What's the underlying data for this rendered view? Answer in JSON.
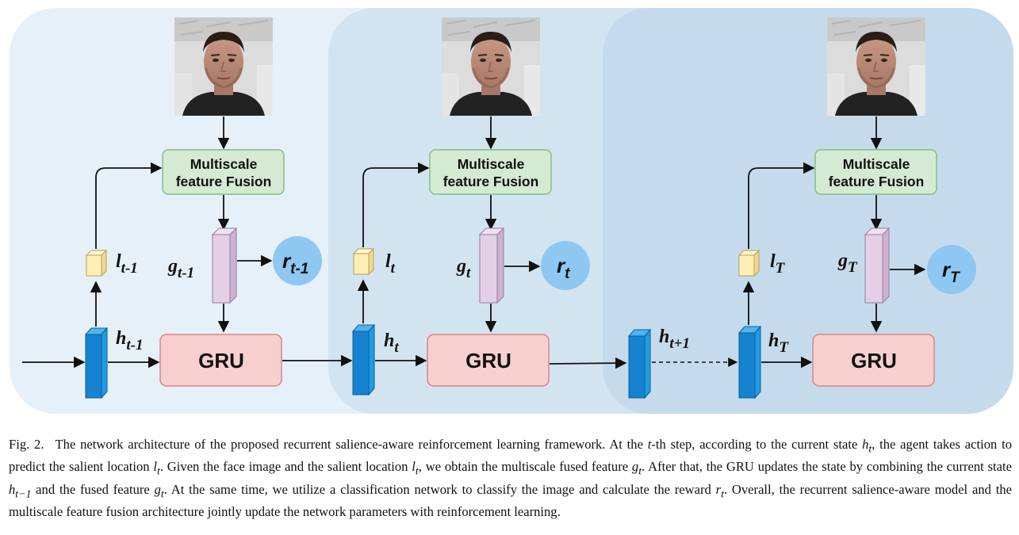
{
  "colors": {
    "panel_bg_1": "#e6f0f9",
    "panel_bg_2": "#d3e4f1",
    "panel_bg_3": "#c5dbec",
    "fusion_fill": "#d5ead3",
    "fusion_stroke": "#86bd86",
    "gru_fill": "#f8cfcf",
    "gru_stroke": "#d78686",
    "hidden_front": "#1583cf",
    "hidden_side": "#1f9be3",
    "feature_front": "#e3d0e6",
    "location_front": "#fdefb6",
    "reward_fill": "#8ec7f1"
  },
  "steps": [
    {
      "fusion_label_line1": "Multiscale",
      "fusion_label_line2": "feature Fusion",
      "gru_label": "GRU",
      "location_symbol": "l",
      "location_sub": "t-1",
      "feature_symbol": "g",
      "feature_sub": "t-1",
      "reward_symbol": "r",
      "reward_sub": "t-1",
      "hidden_symbol": "h",
      "hidden_sub": "t-1"
    },
    {
      "fusion_label_line1": "Multiscale",
      "fusion_label_line2": "feature Fusion",
      "gru_label": "GRU",
      "location_symbol": "l",
      "location_sub": "t",
      "feature_symbol": "g",
      "feature_sub": "t",
      "reward_symbol": "r",
      "reward_sub": "t",
      "hidden_symbol": "h",
      "hidden_sub": "t"
    },
    {
      "fusion_label_line1": "Multiscale",
      "fusion_label_line2": "feature Fusion",
      "gru_label": "GRU",
      "location_symbol": "l",
      "location_sub": "T",
      "feature_symbol": "g",
      "feature_sub": "T",
      "reward_symbol": "r",
      "reward_sub": "T",
      "hidden_symbol": "h",
      "hidden_sub": "T"
    }
  ],
  "intermediate_hidden": {
    "symbol": "h",
    "sub": "t+1"
  },
  "face_image": {
    "description_icon": "face-photo"
  },
  "caption": {
    "label": "Fig. 2.",
    "text_1": "The network architecture of the proposed recurrent salience-aware reinforcement learning framework. At the ",
    "t1": "t",
    "text_2": "-th step, according to the current state ",
    "h1": "h",
    "h1_sub": "t",
    "text_3": ", the agent takes action to predict the salient location ",
    "l1": "l",
    "l1_sub": "t",
    "text_4": ". Given the face image and the salient location ",
    "l2": "l",
    "l2_sub": "t",
    "text_5": ", we obtain the multiscale fused feature ",
    "g1": "g",
    "g1_sub": "t",
    "text_6": ". After that, the GRU updates the state by combining the current state ",
    "h2": "h",
    "h2_sub": "t−1",
    "text_7": " and the fused feature ",
    "g2": "g",
    "g2_sub": "t",
    "text_8": ". At the same time, we utilize a classification network to classify the image and calculate the reward ",
    "r1": "r",
    "r1_sub": "t",
    "text_9": ". Overall, the recurrent salience-aware model and the multiscale feature fusion architecture jointly update the network parameters with reinforcement learning."
  }
}
